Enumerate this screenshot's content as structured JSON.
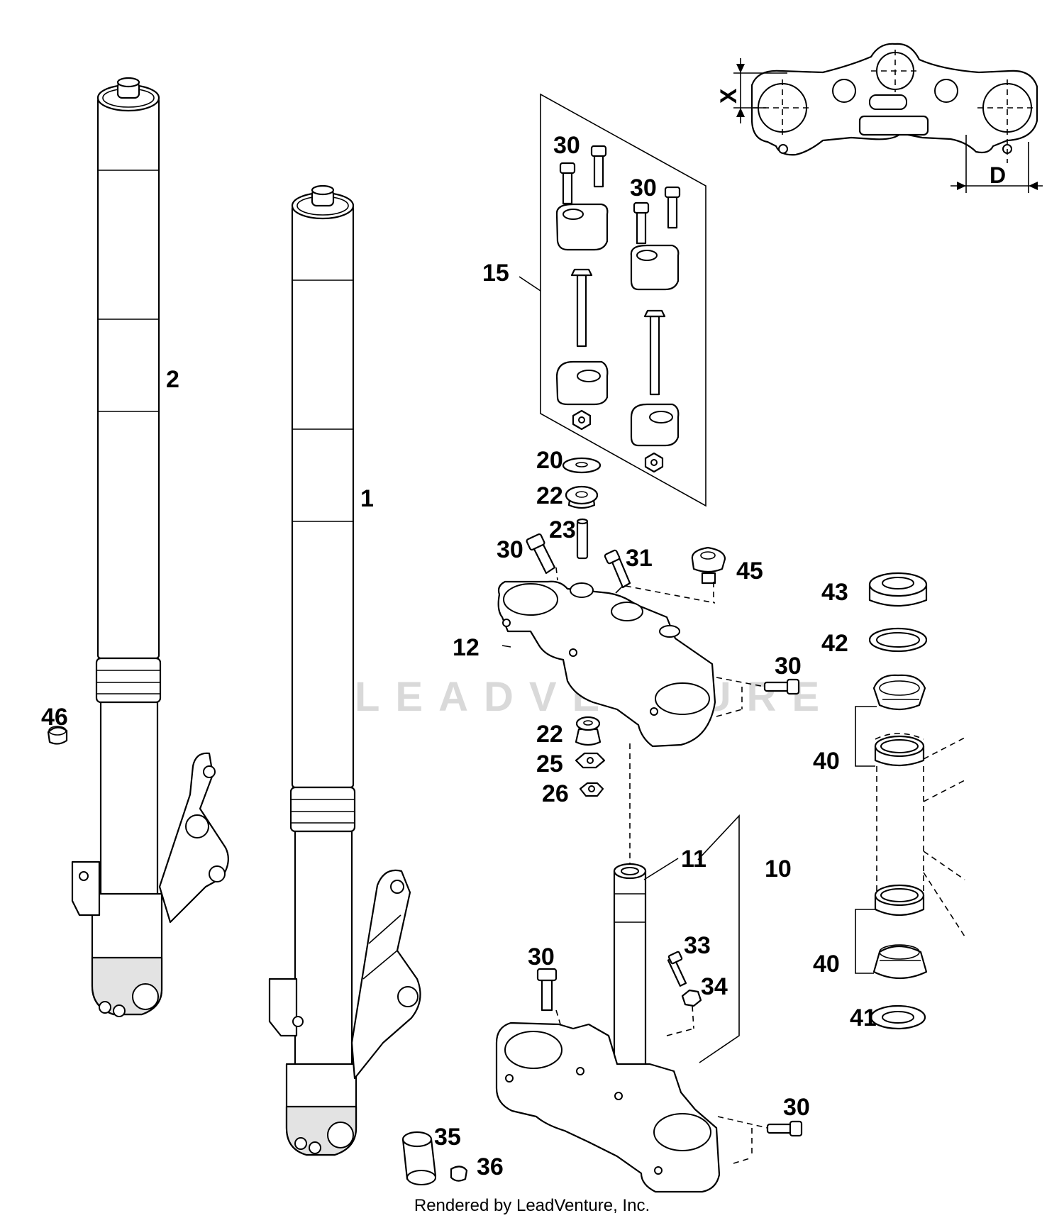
{
  "watermark": "LEADVENTURE",
  "footer": "Rendered by LeadVenture, Inc.",
  "dimensions": {
    "x_label": "X",
    "d_label": "D"
  },
  "callouts": {
    "c1": "1",
    "c2": "2",
    "c10": "10",
    "c11": "11",
    "c12": "12",
    "c15": "15",
    "c20": "20",
    "c22a": "22",
    "c22b": "22",
    "c23": "23",
    "c25": "25",
    "c26": "26",
    "c30a": "30",
    "c30b": "30",
    "c30c": "30",
    "c30d": "30",
    "c30e": "30",
    "c30f": "30",
    "c31": "31",
    "c33": "33",
    "c34": "34",
    "c35": "35",
    "c36": "36",
    "c40a": "40",
    "c40b": "40",
    "c41": "41",
    "c42": "42",
    "c43": "43",
    "c45": "45",
    "c46": "46"
  },
  "colors": {
    "line": "#000000",
    "background": "#ffffff",
    "watermark": "#d9d9d9",
    "shade": "#e3e3e3"
  }
}
